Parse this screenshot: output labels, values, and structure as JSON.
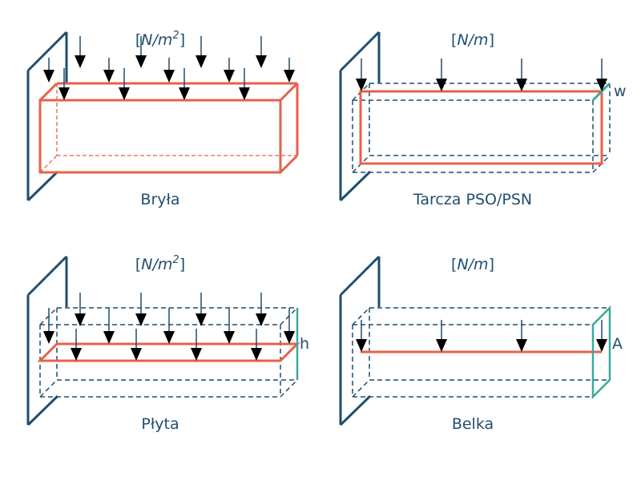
{
  "colors": {
    "wall": "#1f4e6e",
    "element": "#e8604a",
    "dashed": "#1f4e6e",
    "dimension": "#3aaa9a",
    "arrow": "#000000",
    "text": "#1f4e6e"
  },
  "panels": [
    {
      "id": "bryla",
      "caption": "Bryła",
      "unit": {
        "open": "[",
        "base": "N/m",
        "exponent": "2",
        "close": "]"
      },
      "element_type": "solid",
      "load_rows": 2,
      "dimension_label": ""
    },
    {
      "id": "tarcza",
      "caption": "Tarcza PSO/PSN",
      "unit": {
        "open": "[",
        "base": "N/m",
        "exponent": "",
        "close": "]"
      },
      "element_type": "membrane",
      "load_rows": 1,
      "dimension_label": "w"
    },
    {
      "id": "plyta",
      "caption": "Płyta",
      "unit": {
        "open": "[",
        "base": "N/m",
        "exponent": "2",
        "close": "]"
      },
      "element_type": "plate",
      "load_rows": 2,
      "dimension_label": "h"
    },
    {
      "id": "belka",
      "caption": "Belka",
      "unit": {
        "open": "[",
        "base": "N/m",
        "exponent": "",
        "close": "]"
      },
      "element_type": "beam",
      "load_rows": 1,
      "dimension_label": "A"
    }
  ]
}
